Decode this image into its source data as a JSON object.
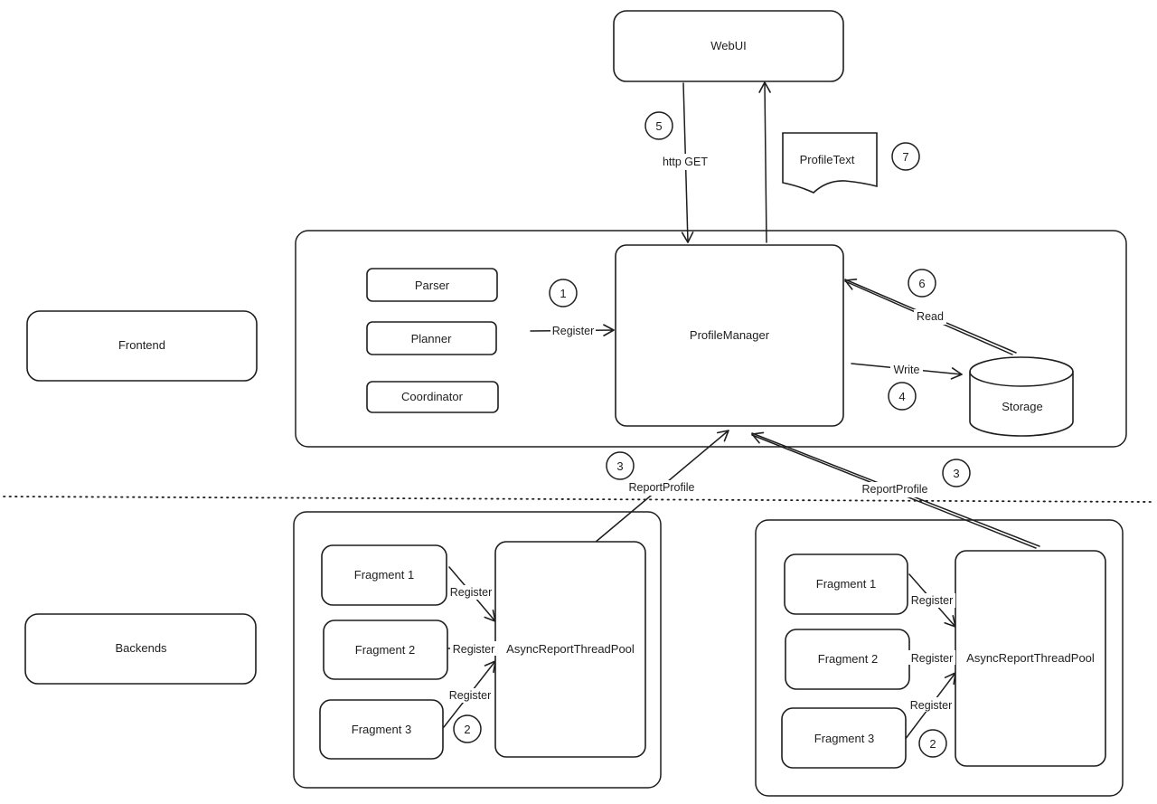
{
  "nodes": {
    "webui": "WebUI",
    "profile_text": "ProfileText",
    "frontend": "Frontend",
    "backends": "Backends",
    "parser": "Parser",
    "planner": "Planner",
    "coordinator": "Coordinator",
    "profile_manager": "ProfileManager",
    "storage": "Storage",
    "left_backend": {
      "fragment1": "Fragment 1",
      "fragment2": "Fragment 2",
      "fragment3": "Fragment 3",
      "pool": "AsyncReportThreadPool"
    },
    "right_backend": {
      "fragment1": "Fragment 1",
      "fragment2": "Fragment 2",
      "fragment3": "Fragment 3",
      "pool": "AsyncReportThreadPool"
    }
  },
  "edges": {
    "http_get": "http GET",
    "register_frontend": "Register",
    "write": "Write",
    "read": "Read",
    "report_profile_left": "ReportProfile",
    "report_profile_right": "ReportProfile",
    "left_register1": "Register",
    "left_register2": "Register",
    "left_register3": "Register",
    "right_register1": "Register",
    "right_register2": "Register",
    "right_register3": "Register"
  },
  "steps": {
    "s1": "1",
    "s2_left": "2",
    "s2_right": "2",
    "s3_left": "3",
    "s3_right": "3",
    "s4": "4",
    "s5": "5",
    "s6": "6",
    "s7": "7"
  }
}
